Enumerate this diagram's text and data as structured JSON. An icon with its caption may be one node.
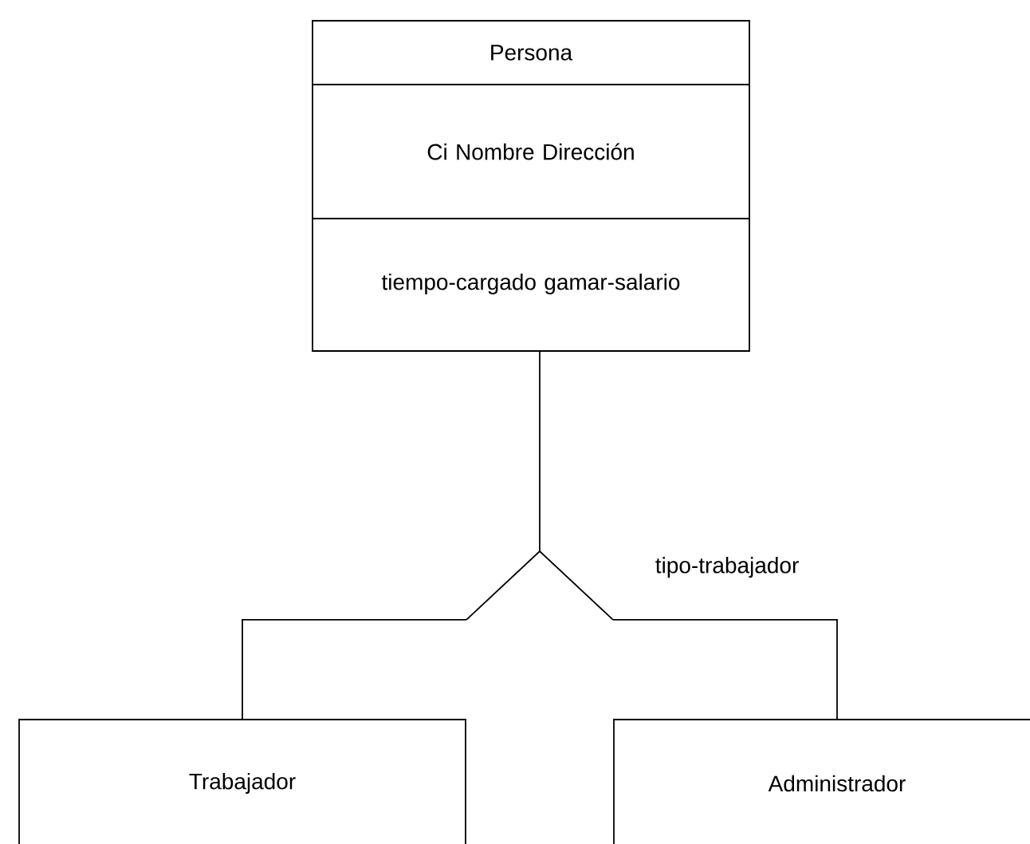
{
  "diagram": {
    "nodes": [
      {
        "text": [
          "Persona",
          "Ci Nombre Dirección",
          "tiempo-cargado gamar-salario"
        ]
      },
      {
        "text": [],
        "shape": "triangle",
        "beside": [
          "tipo-trabajador"
        ]
      },
      {
        "text": [
          "Trabajador"
        ]
      },
      {
        "text": [
          "Administrador"
        ]
      }
    ],
    "edges": [
      {
        "from": 0,
        "to": 1,
        "arrow": "none"
      },
      {
        "from": 1,
        "to": 2,
        "arrow": "none"
      },
      {
        "from": 1,
        "to": 3,
        "arrow": "none"
      }
    ]
  }
}
